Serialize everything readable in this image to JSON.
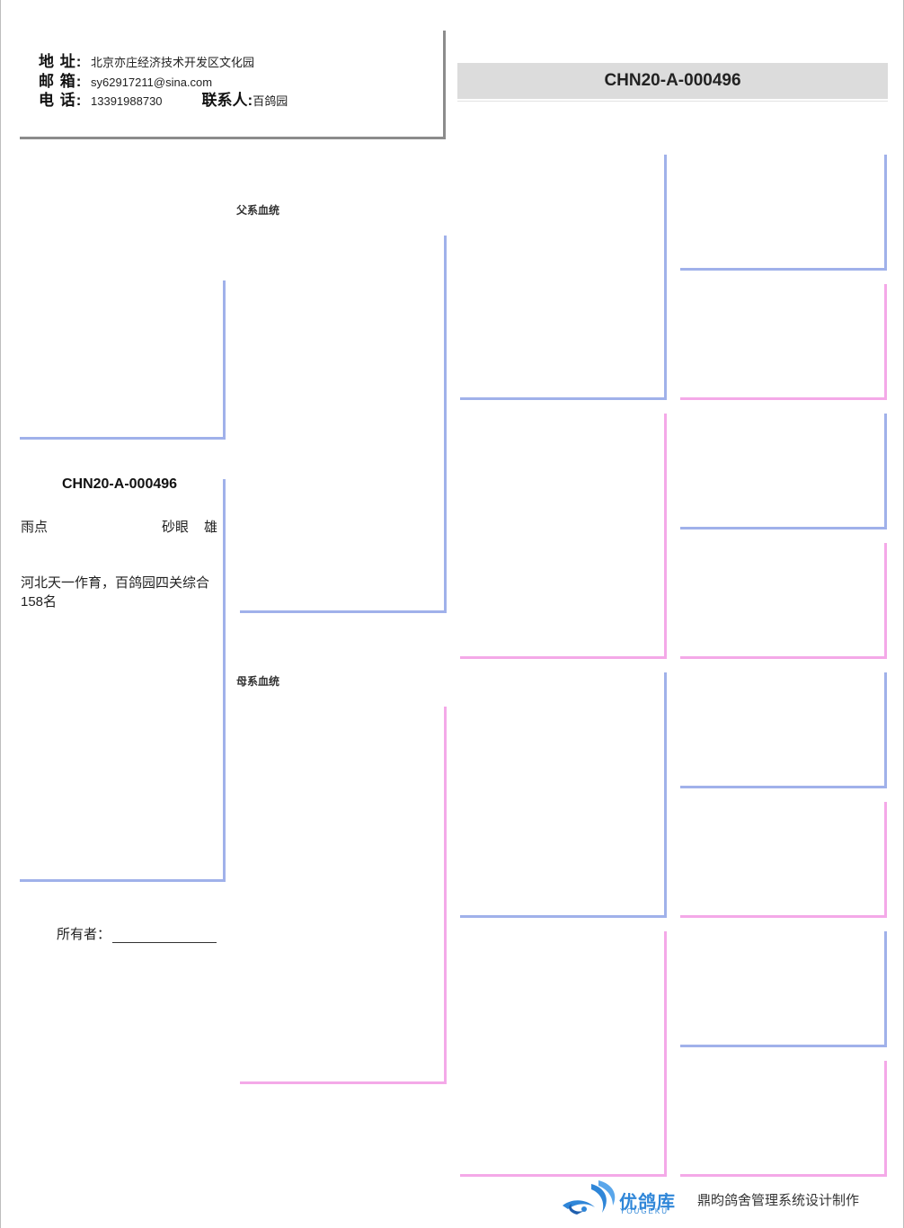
{
  "contact": {
    "address_label": "地 址:",
    "address": "北京亦庄经济技术开发区文化园",
    "email_label": "邮 箱:",
    "email": "sy62917211@sina.com",
    "phone_label": "电 话:",
    "phone": "13391988730",
    "contact_label": "联系人:",
    "contact_name": "百鸽园"
  },
  "header": {
    "ring_number": "CHN20-A-000496"
  },
  "lineage": {
    "paternal_label": "父系血统",
    "maternal_label": "母系血统"
  },
  "subject": {
    "ring_number": "CHN20-A-000496",
    "color": "雨点",
    "eye": "砂眼",
    "sex": "雄",
    "note": "河北天一作育，百鸽园四关综合158名"
  },
  "owner": {
    "label": "所有者："
  },
  "footer": {
    "brand": "优鸽库",
    "brand_en": "YOUGEKU",
    "credit": "鼎昀鸽舍管理系统设计制作"
  },
  "colors": {
    "paternal_line": "#a0b1ea",
    "maternal_line": "#f4a9e8",
    "header_bar": "#dcdcdc",
    "brand": "#2f86d8"
  }
}
